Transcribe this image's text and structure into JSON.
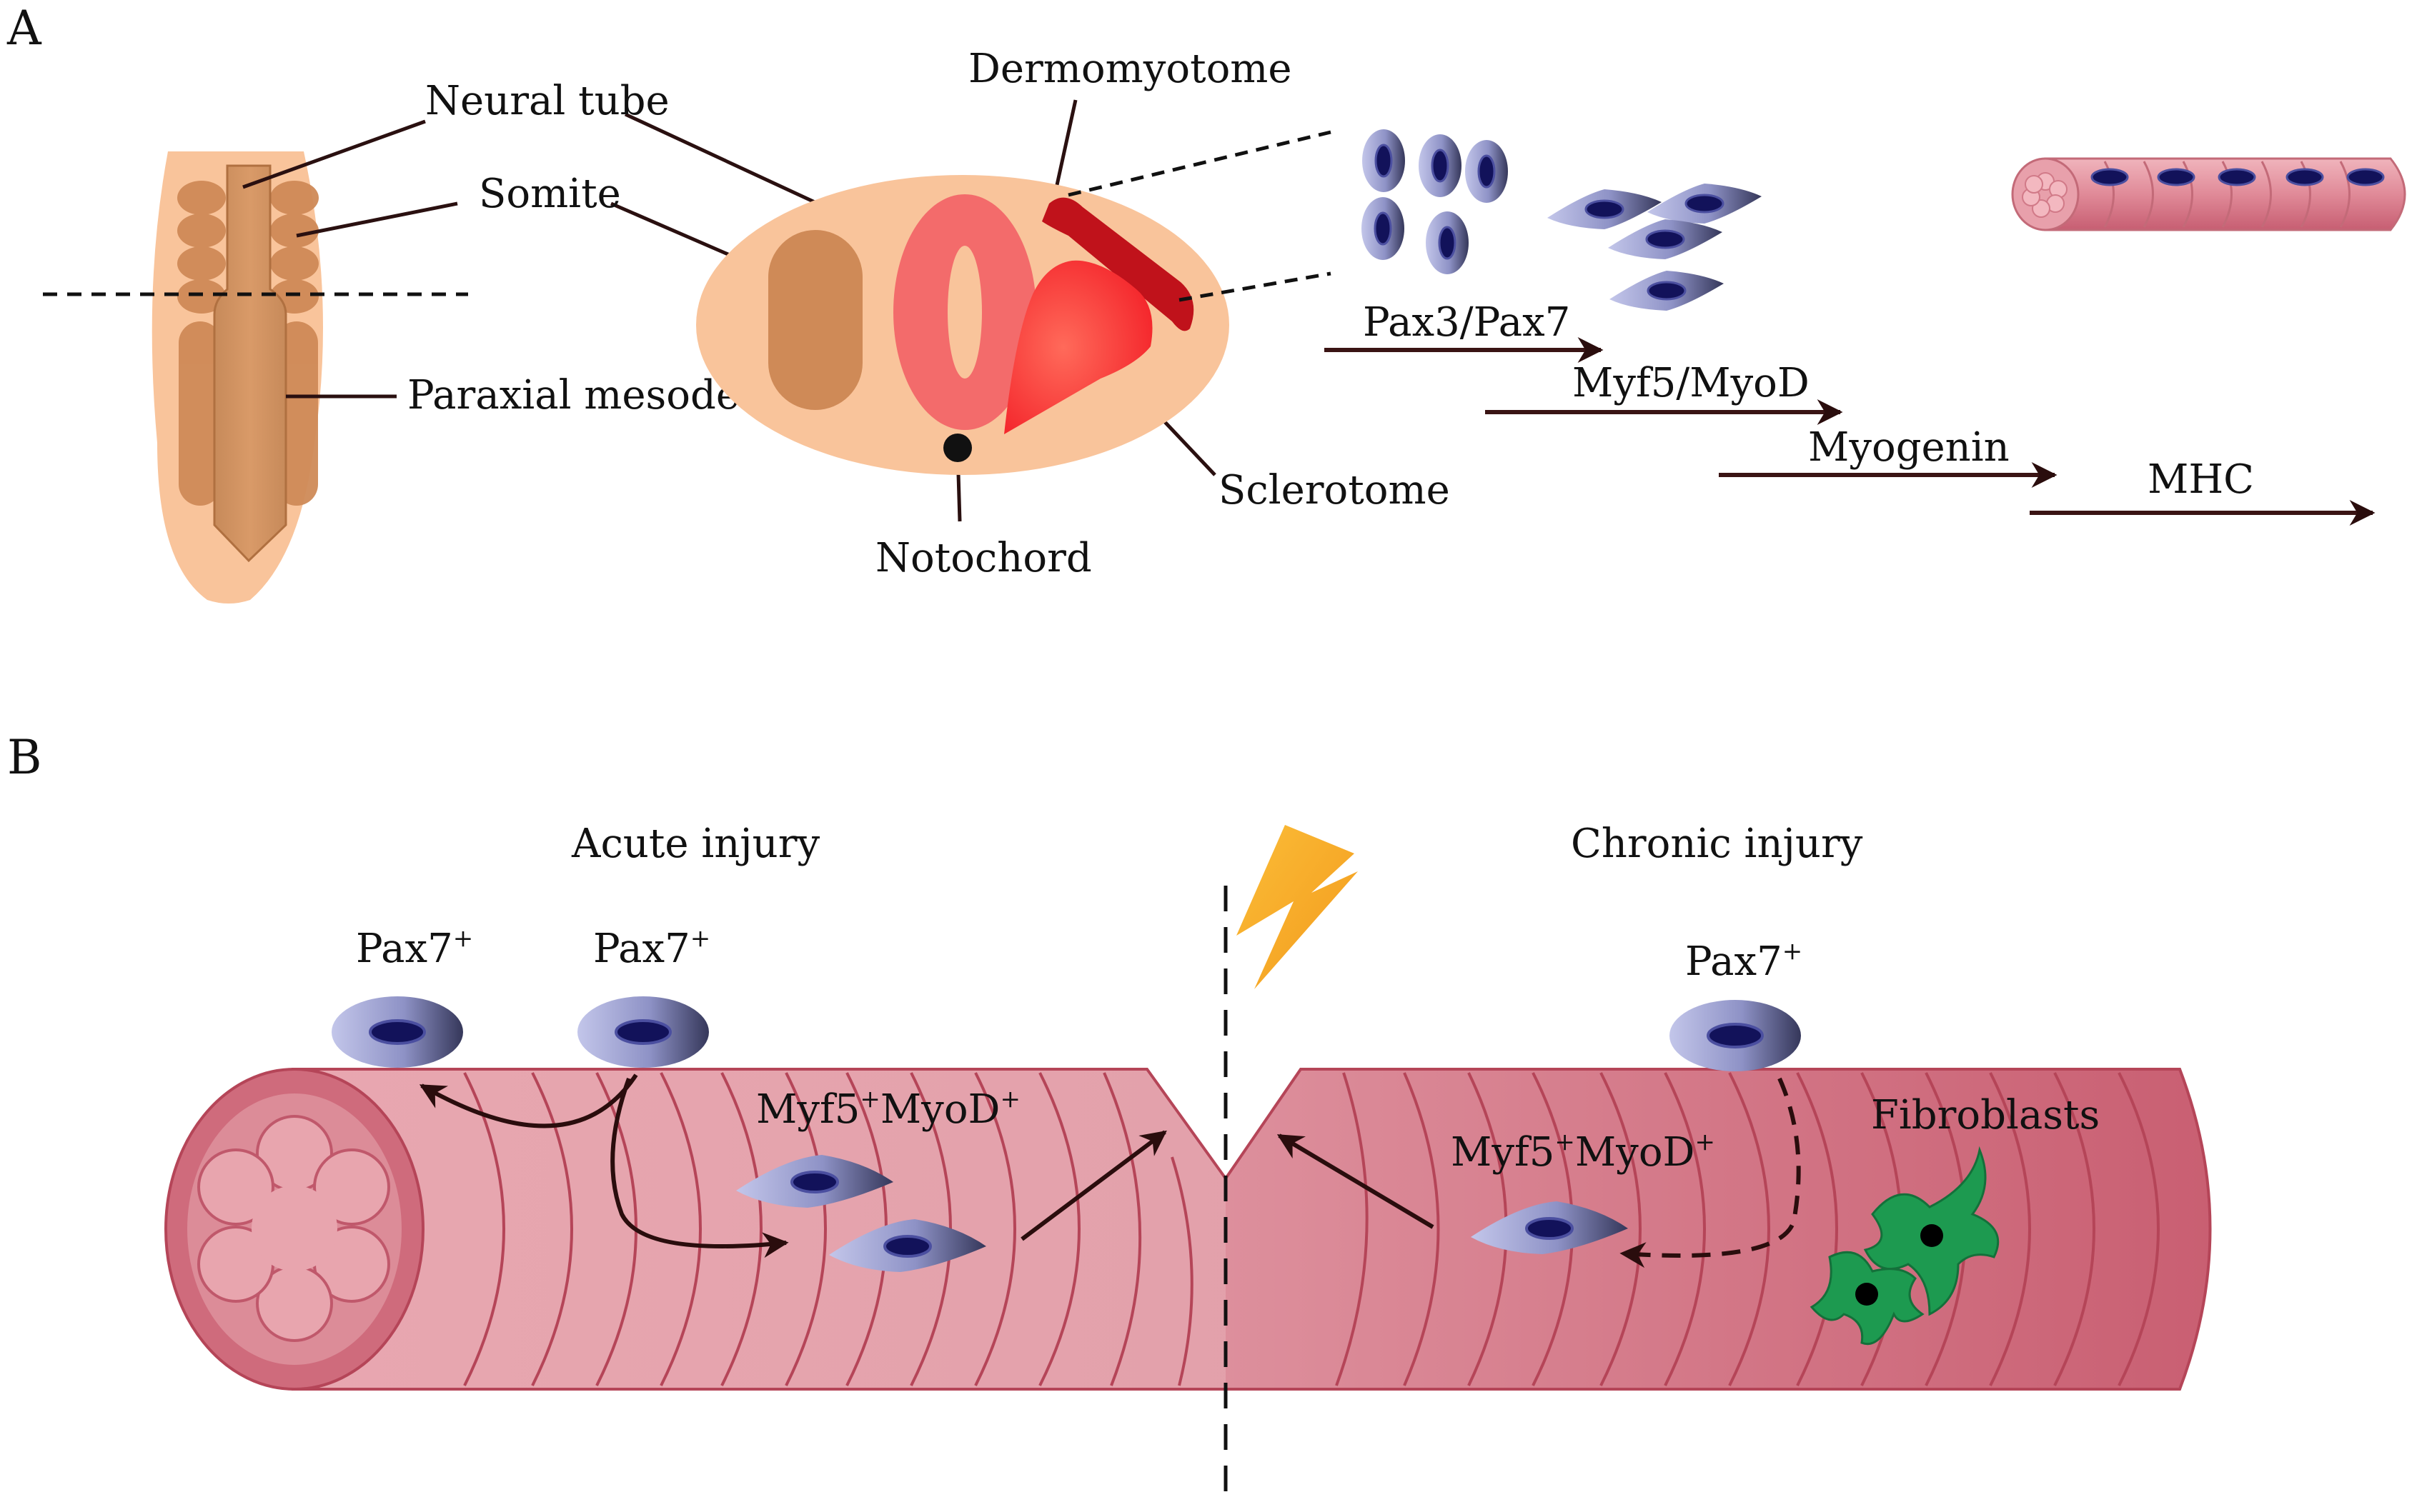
{
  "panel_a": {
    "letter": "A",
    "labels": {
      "neural_tube": "Neural tube",
      "somite": "Somite",
      "paraxial_mesoderm": "Paraxial mesoderm",
      "dermomyotome": "Dermomyotome",
      "sclerotome": "Sclerotome",
      "notochord": "Notochord"
    },
    "markers": [
      "Pax3/Pax7",
      "Myf5/MyoD",
      "Myogenin",
      "MHC"
    ]
  },
  "panel_b": {
    "letter": "B",
    "acute": {
      "title": "Acute injury",
      "cell_1": "Pax7",
      "cell_2": "Pax7",
      "plus": "+",
      "myf5": "Myf5",
      "myod": "MyoD"
    },
    "chronic": {
      "title": "Chronic injury",
      "cell": "Pax7",
      "plus": "+",
      "myf5": "Myf5",
      "myod": "MyoD",
      "fibroblasts": "Fibroblasts"
    }
  },
  "colors": {
    "tissue_orange": "#f9c49b",
    "somite_brown": "#cf8a57",
    "neural_pink": "#f36b6b",
    "dermomyotome_red": "#c0121b",
    "fiber_pink": "#e19aa4",
    "fiber_dark": "#c75c6f",
    "cell_lavender": "#9aa0cf",
    "nucleus_navy": "#12125a",
    "fibroblast_green": "#1d9a50",
    "lightning_orange": "#f8b02c",
    "arrow_dark": "#3a1414"
  }
}
